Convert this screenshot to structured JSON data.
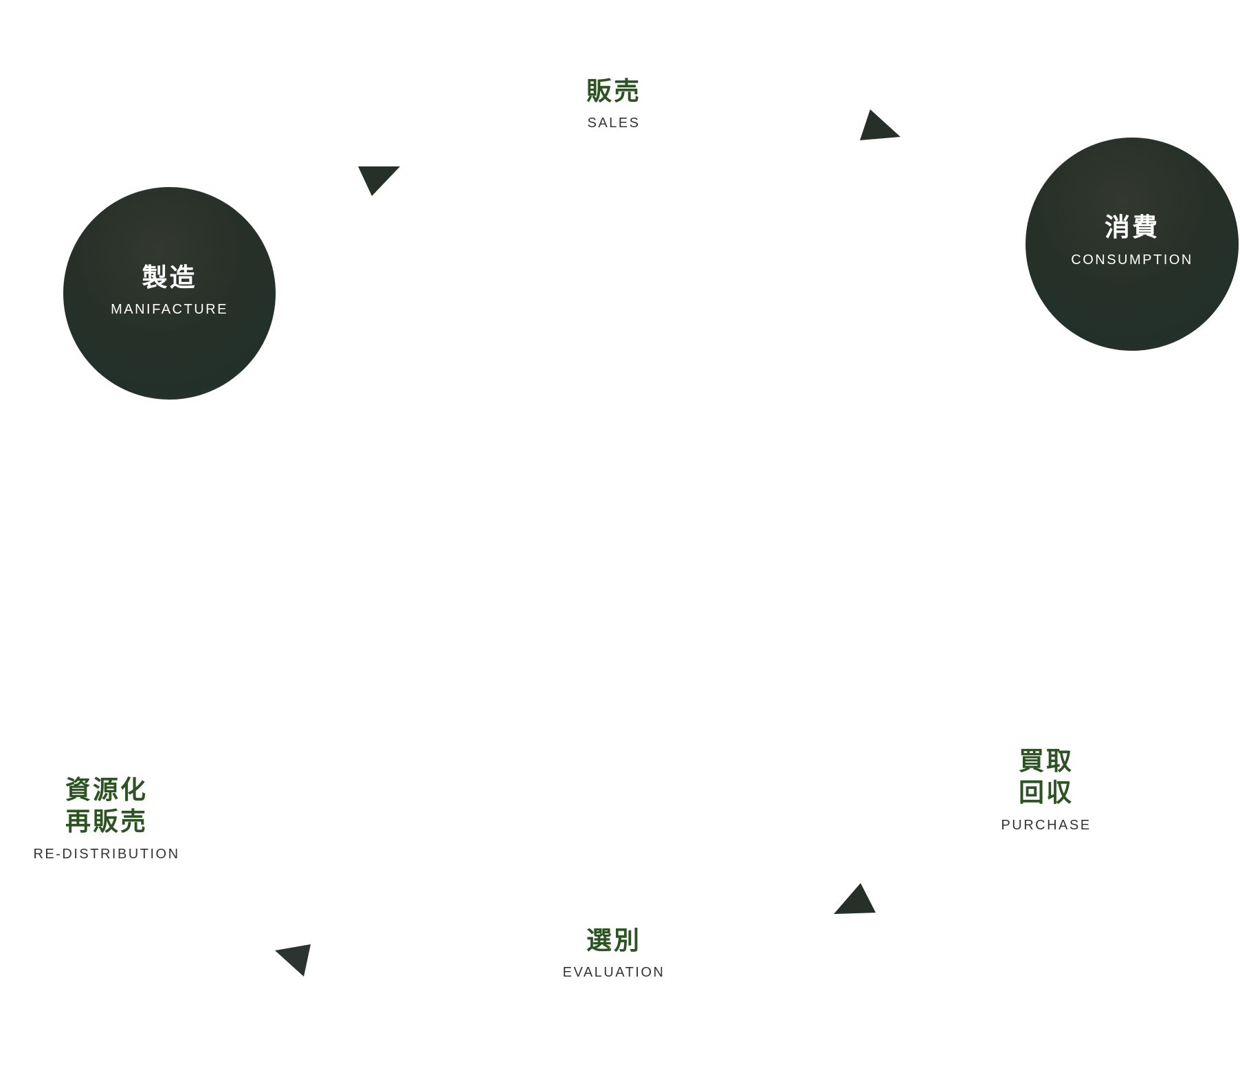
{
  "nodes": {
    "manufacture": {
      "jp": "製造",
      "en": "MANIFACTURE"
    },
    "consumption": {
      "jp": "消費",
      "en": "CONSUMPTION"
    },
    "sales": {
      "jp": "販売",
      "en": "SALES"
    },
    "purchase": {
      "jp1": "買取",
      "jp2": "回収",
      "en": "PURCHASE"
    },
    "evaluation": {
      "jp": "選別",
      "en": "EVALUATION"
    },
    "redistribution": {
      "jp1": "資源化",
      "jp2": "再販売",
      "en": "RE-DISTRIBUTION"
    }
  },
  "colors": {
    "accent": "#2d5323",
    "circle": "#263029",
    "arrow": "#263029"
  }
}
